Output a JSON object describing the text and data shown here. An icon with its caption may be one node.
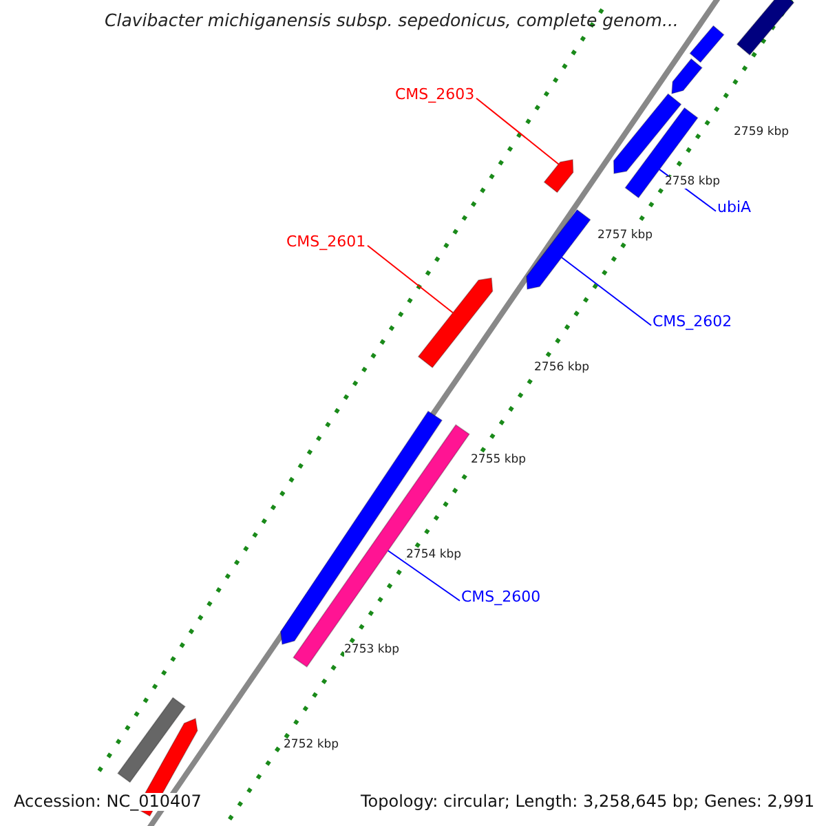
{
  "diagram": {
    "title": "Clavibacter michiganensis subsp. sepedonicus, complete genom...",
    "nodes": [
      {
        "text": [
          "CMS_2603"
        ]
      },
      {
        "text": [],
        "shape": "arrow"
      },
      {
        "text": [
          "ubiA"
        ]
      },
      {
        "text": [],
        "shape": "arrow"
      },
      {
        "text": [
          "CMS_2601"
        ]
      },
      {
        "text": [],
        "shape": "arrow"
      },
      {
        "text": [
          "CMS_2602"
        ]
      },
      {
        "text": [],
        "shape": "arrow"
      },
      {
        "text": [
          "CMS_2600"
        ]
      },
      {
        "text": [],
        "shape": "arrow"
      },
      {
        "text": [],
        "shape": "bar"
      },
      {
        "text": [],
        "shape": "arrow"
      },
      {
        "text": [],
        "shape": "bar"
      },
      {
        "text": [],
        "shape": "arrow"
      },
      {
        "text": [],
        "shape": "arrow"
      },
      {
        "text": [],
        "shape": "bar"
      },
      {
        "text": [],
        "shape": "arrow"
      }
    ],
    "edges": [
      {
        "from": 0,
        "to": 1,
        "arrow": "none",
        "color": "#ff0000"
      },
      {
        "from": 2,
        "to": 3,
        "arrow": "none",
        "color": "#0000ff"
      },
      {
        "from": 4,
        "to": 5,
        "arrow": "none",
        "color": "#ff0000"
      },
      {
        "from": 6,
        "to": 7,
        "arrow": "none",
        "color": "#0000ff"
      },
      {
        "from": 8,
        "to": 9,
        "arrow": "none",
        "color": "#0000ff"
      }
    ],
    "labels": [
      "2759 kbp",
      "2758 kbp",
      "2757 kbp",
      "2756 kbp",
      "2755 kbp",
      "2754 kbp",
      "2753 kbp",
      "2752 kbp",
      "Accession: NC_010407",
      "Topology: circular; Length: 3,258,645 bp; Genes: 2,991"
    ]
  }
}
